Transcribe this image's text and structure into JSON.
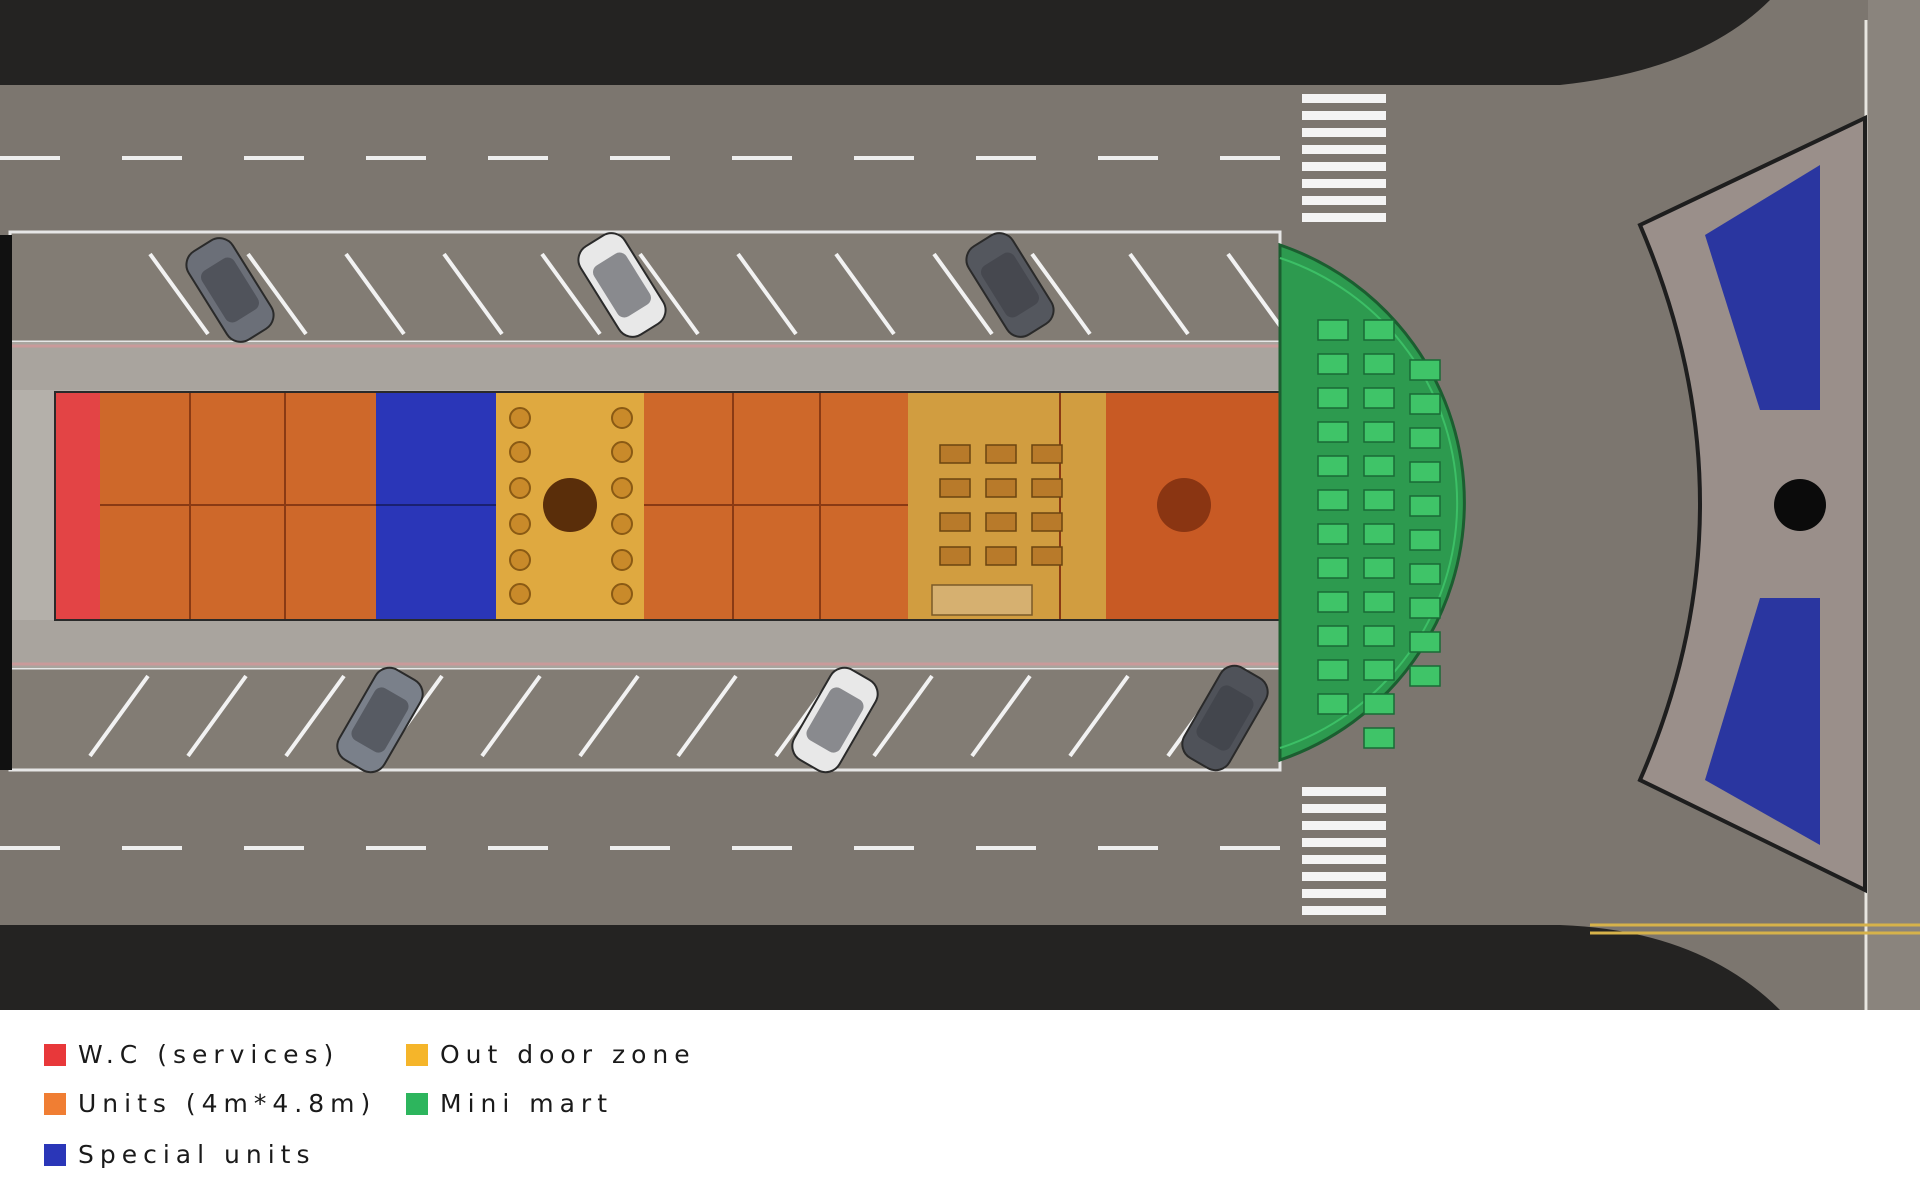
{
  "colors": {
    "wc": "#e8383a",
    "units": "#f07e33",
    "special": "#2a36b8",
    "outdoor": "#f5b52a",
    "minimart": "#2db55d",
    "asphalt": "#7c766f",
    "curb": "#1e1e1e"
  },
  "legend": {
    "items": [
      {
        "key": "wc",
        "label": "W.C (services)"
      },
      {
        "key": "units",
        "label": "Units (4m*4.8m)"
      },
      {
        "key": "special",
        "label": "Special units"
      },
      {
        "key": "outdoor",
        "label": "Out door zone"
      },
      {
        "key": "minimart",
        "label": "Mini mart"
      }
    ]
  }
}
